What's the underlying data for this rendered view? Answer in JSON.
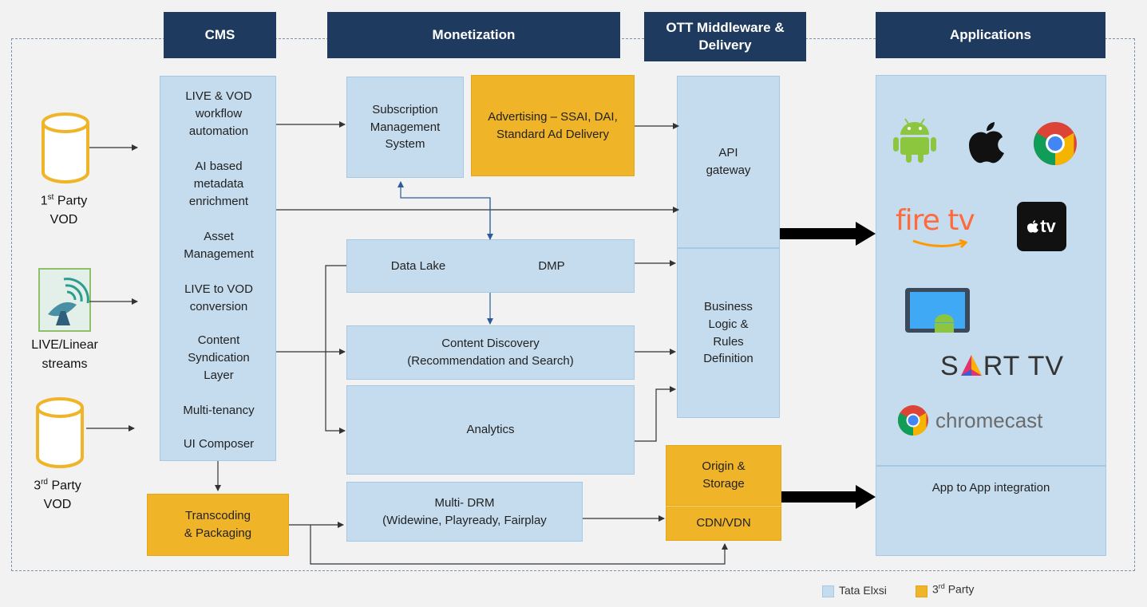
{
  "headers": {
    "cms": "CMS",
    "monetization": "Monetization",
    "ott": "OTT Middleware &\nDelivery",
    "applications": "Applications"
  },
  "sources": [
    {
      "label_main": "1",
      "label_sup": "st",
      "label_rest": " Party\nVOD",
      "icon": "database-icon"
    },
    {
      "label_main": "LIVE/Linear\nstreams",
      "icon": "satellite-dish-icon"
    },
    {
      "label_main": "3",
      "label_sup": "rd",
      "label_rest": " Party\nVOD",
      "icon": "database-icon"
    }
  ],
  "cms_items": [
    "LIVE & VOD\nworkflow\nautomation",
    "AI based\nmetadata\nenrichment",
    "Asset\nManagement",
    "LIVE to VOD\nconversion",
    "Content\nSyndication\nLayer",
    "Multi-tenancy",
    "UI Composer"
  ],
  "boxes": {
    "subscription": "Subscription\nManagement\nSystem",
    "advertising": "Advertising – SSAI, DAI,\nStandard Ad Delivery",
    "data_lake": "Data Lake",
    "dmp": "DMP",
    "content_discovery": "Content Discovery\n(Recommendation and Search)",
    "analytics": "Analytics",
    "multi_drm": "Multi- DRM\n(Widewine, Playready, Fairplay",
    "transcoding": "Transcoding\n& Packaging",
    "api_gateway": "API\ngateway",
    "business_logic": "Business\nLogic &\nRules\nDefinition",
    "origin": "Origin &\nStorage",
    "cdn": "CDN/VDN",
    "app_to_app": "App to App integration"
  },
  "app_logos": {
    "firetv_text": "fire tv",
    "appletv_text": "tv",
    "smarttv_text": "SMART TV",
    "smarttv_pre": "S",
    "smarttv_post": "RT TV",
    "chromecast_text": "chromecast",
    "icons": [
      "android-icon",
      "apple-icon",
      "chrome-icon",
      "firetv-logo",
      "apple-tv-logo",
      "android-tablet-icon",
      "smart-tv-logo",
      "chromecast-logo"
    ]
  },
  "legend": {
    "tata_elxsi": "Tata Elxsi",
    "third_party_main": "3",
    "third_party_sup": "rd",
    "third_party_rest": " Party"
  },
  "colors": {
    "header": "#1e3a5f",
    "tata_elxsi": "#c5dcee",
    "third_party": "#f0b429",
    "arrow": "#333333"
  }
}
